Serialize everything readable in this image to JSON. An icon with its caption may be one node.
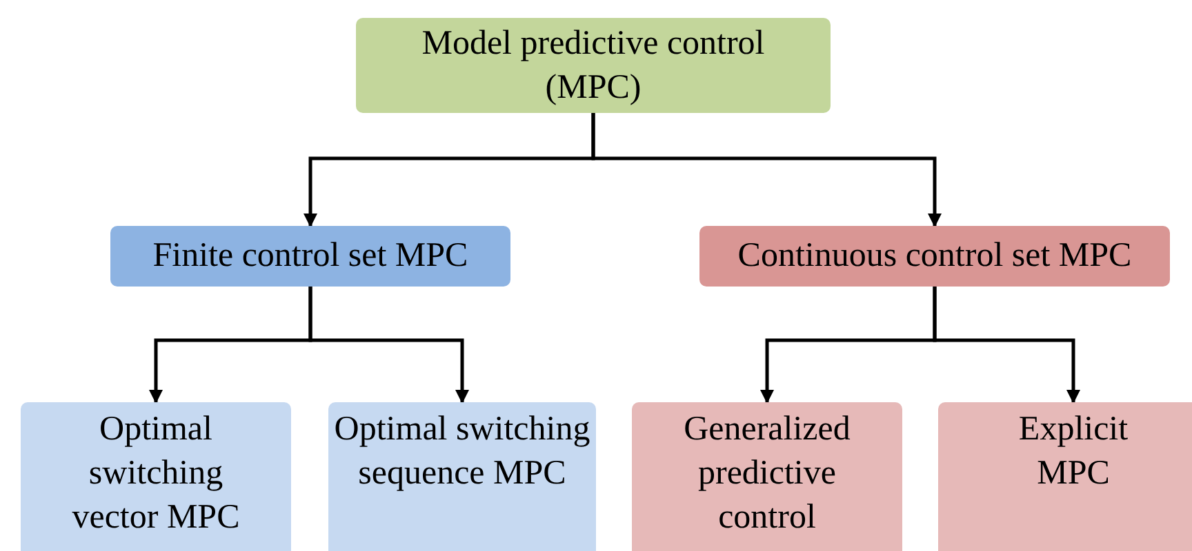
{
  "diagram": {
    "nodes": [
      {
        "text": [
          "Model predictive control (MPC)"
        ]
      },
      {
        "text": [
          "Finite control set MPC"
        ]
      },
      {
        "text": [
          "Continuous control set MPC"
        ]
      },
      {
        "text": [
          "Optimal switching vector MPC"
        ]
      },
      {
        "text": [
          "Optimal switching sequence MPC"
        ]
      },
      {
        "text": [
          "Generalized predictive control"
        ]
      },
      {
        "text": [
          "Explicit MPC"
        ]
      }
    ],
    "edges": [
      {
        "from": 0,
        "to": 1,
        "arrow": "to"
      },
      {
        "from": 0,
        "to": 2,
        "arrow": "to"
      },
      {
        "from": 1,
        "to": 3,
        "arrow": "to"
      },
      {
        "from": 1,
        "to": 4,
        "arrow": "to"
      },
      {
        "from": 2,
        "to": 5,
        "arrow": "to"
      },
      {
        "from": 2,
        "to": 6,
        "arrow": "to"
      }
    ]
  }
}
